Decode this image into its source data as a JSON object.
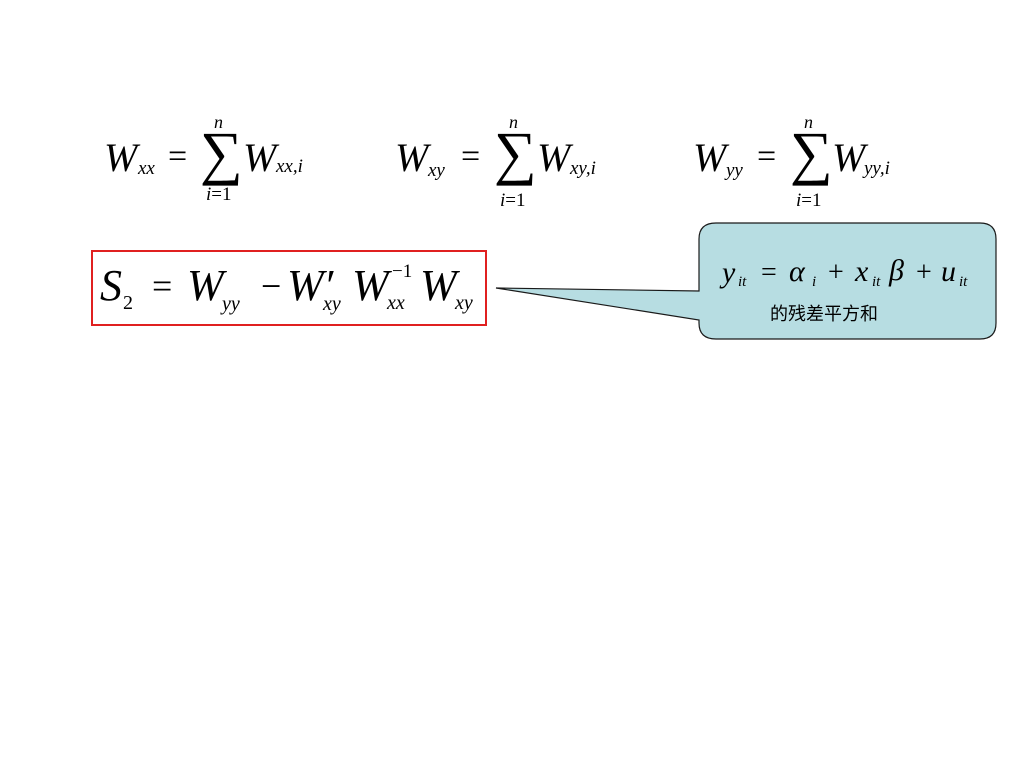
{
  "equations": {
    "wxx": {
      "lhs": "W",
      "lhs_sub": "xx",
      "eq": "=",
      "sigma": "∑",
      "upper": "n",
      "lower_var": "i",
      "lower_eq": "=1",
      "rhs": "W",
      "rhs_sub": "xx,i"
    },
    "wxy": {
      "lhs": "W",
      "lhs_sub": "xy",
      "eq": "=",
      "sigma": "∑",
      "upper": "n",
      "lower_var": "i",
      "lower_eq": "=1",
      "rhs": "W",
      "rhs_sub": "xy,i"
    },
    "wyy": {
      "lhs": "W",
      "lhs_sub": "yy",
      "eq": "=",
      "sigma": "∑",
      "upper": "n",
      "lower_var": "i",
      "lower_eq": "=1",
      "rhs": "W",
      "rhs_sub": "yy,i"
    }
  },
  "s2": {
    "S": "S",
    "S_sub": "2",
    "eq": "=",
    "W1": "W",
    "W1_sub": "yy",
    "minus": "−",
    "W2": "W′",
    "W2_sub": "xy",
    "W3": "W",
    "W3_sub": "xx",
    "W3_sup": "−1",
    "W4": "W",
    "W4_sub": "xy"
  },
  "callout": {
    "y": "y",
    "y_sub": "it",
    "eq": "=",
    "alpha": "α",
    "alpha_sub": "i",
    "plus1": "+",
    "x": "x",
    "x_sub": "it",
    "beta": "β",
    "plus2": "+",
    "u": "u",
    "u_sub": "it",
    "caption": "的残差平方和",
    "fill": "#b7dde2",
    "stroke": "#1a1a1a"
  },
  "colors": {
    "box_border": "#e02020"
  }
}
